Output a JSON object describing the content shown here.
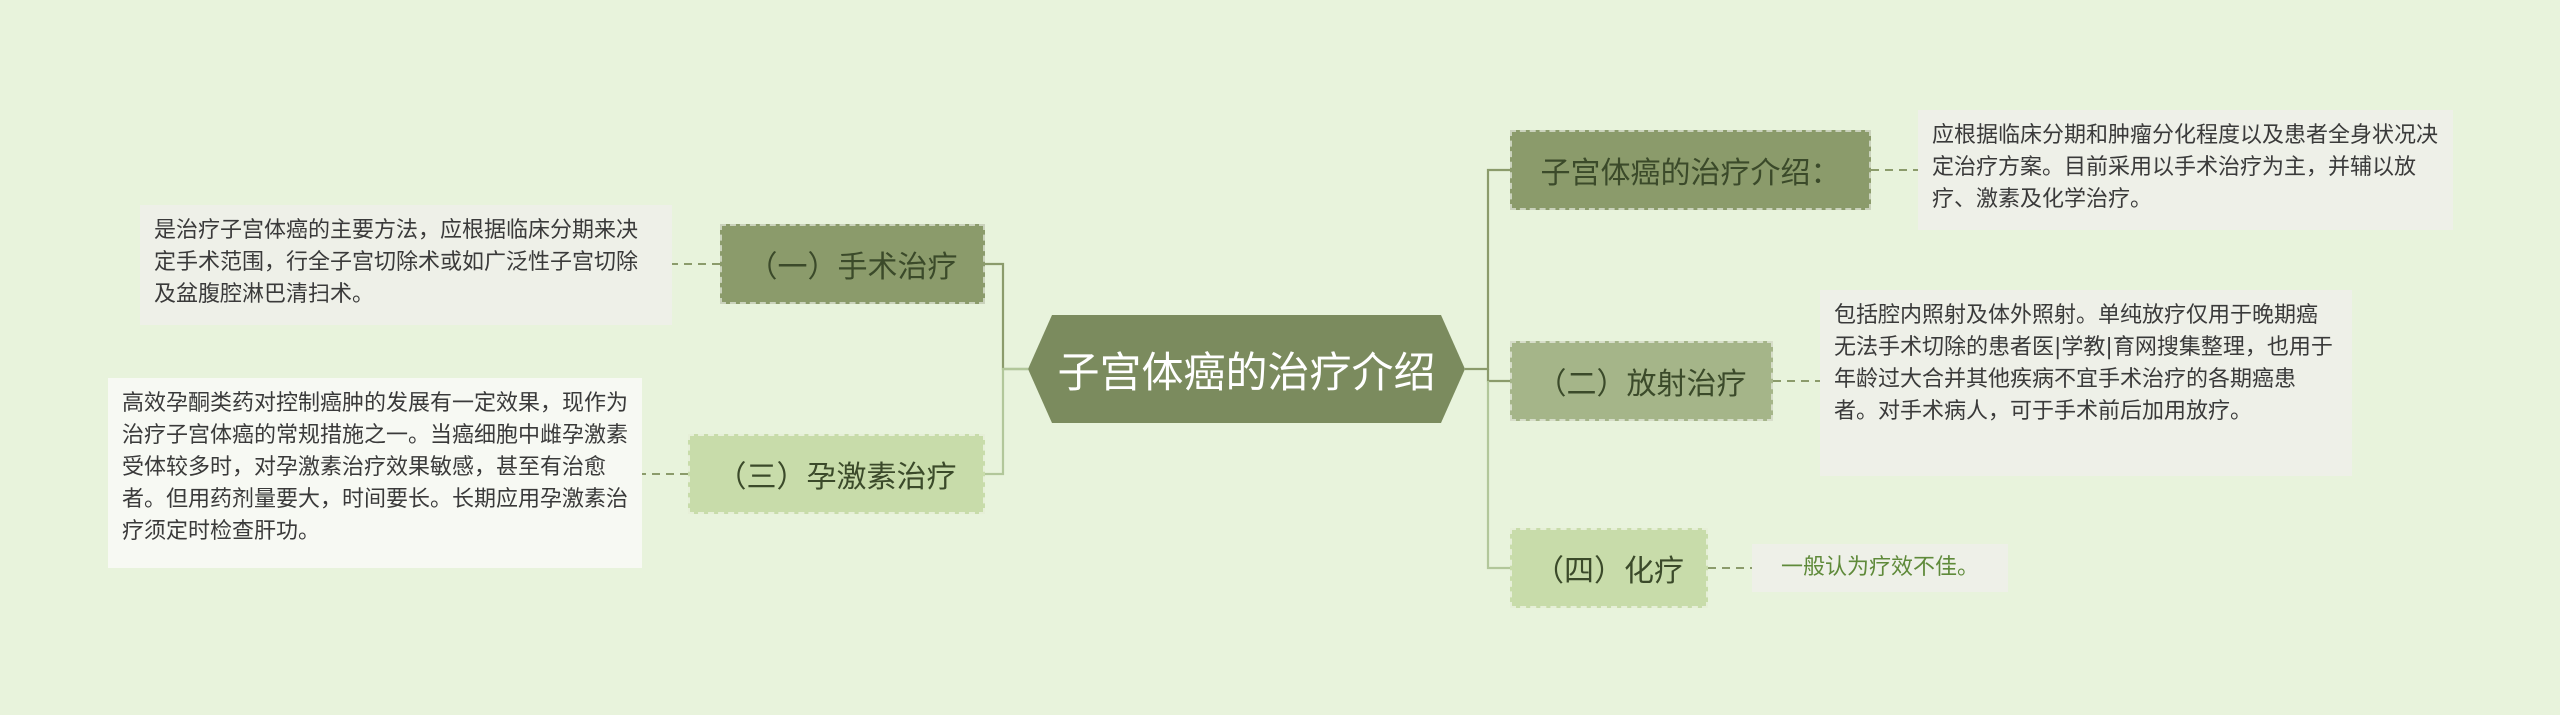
{
  "center": {
    "label": "子宫体癌的治疗介绍"
  },
  "branches": [
    {
      "label": "（一）手术治疗",
      "detail": "是治疗子宫体癌的主要方法，应根据临床分期来决定手术范围，行全子宫切除术或如广泛性子宫切除及盆腹腔淋巴清扫术。"
    },
    {
      "label": "（三）孕激素治疗",
      "detail": "高效孕酮类药对控制癌肿的发展有一定效果，现作为治疗子宫体癌的常规措施之一。当癌细胞中雌孕激素受体较多时，对孕激素治疗效果敏感，甚至有治愈者。但用药剂量要大，时间要长。长期应用孕激素治疗须定时检查肝功。"
    },
    {
      "label": "子宫体癌的治疗介绍：",
      "detail": "应根据临床分期和肿瘤分化程度以及患者全身状况决定治疗方案。目前采用以手术治疗为主，并辅以放疗、激素及化学治疗。"
    },
    {
      "label": "（二）放射治疗",
      "detail": "包括腔内照射及体外照射。单纯放疗仅用于晚期癌无法手术切除的患者医|学教|育网搜集整理，也用于年龄过大合并其他疾病不宜手术治疗的各期癌患者。对手术病人，可于手术前后加用放疗。"
    },
    {
      "label": "（四）化疗",
      "detail": "一般认为疗效不佳。"
    }
  ]
}
